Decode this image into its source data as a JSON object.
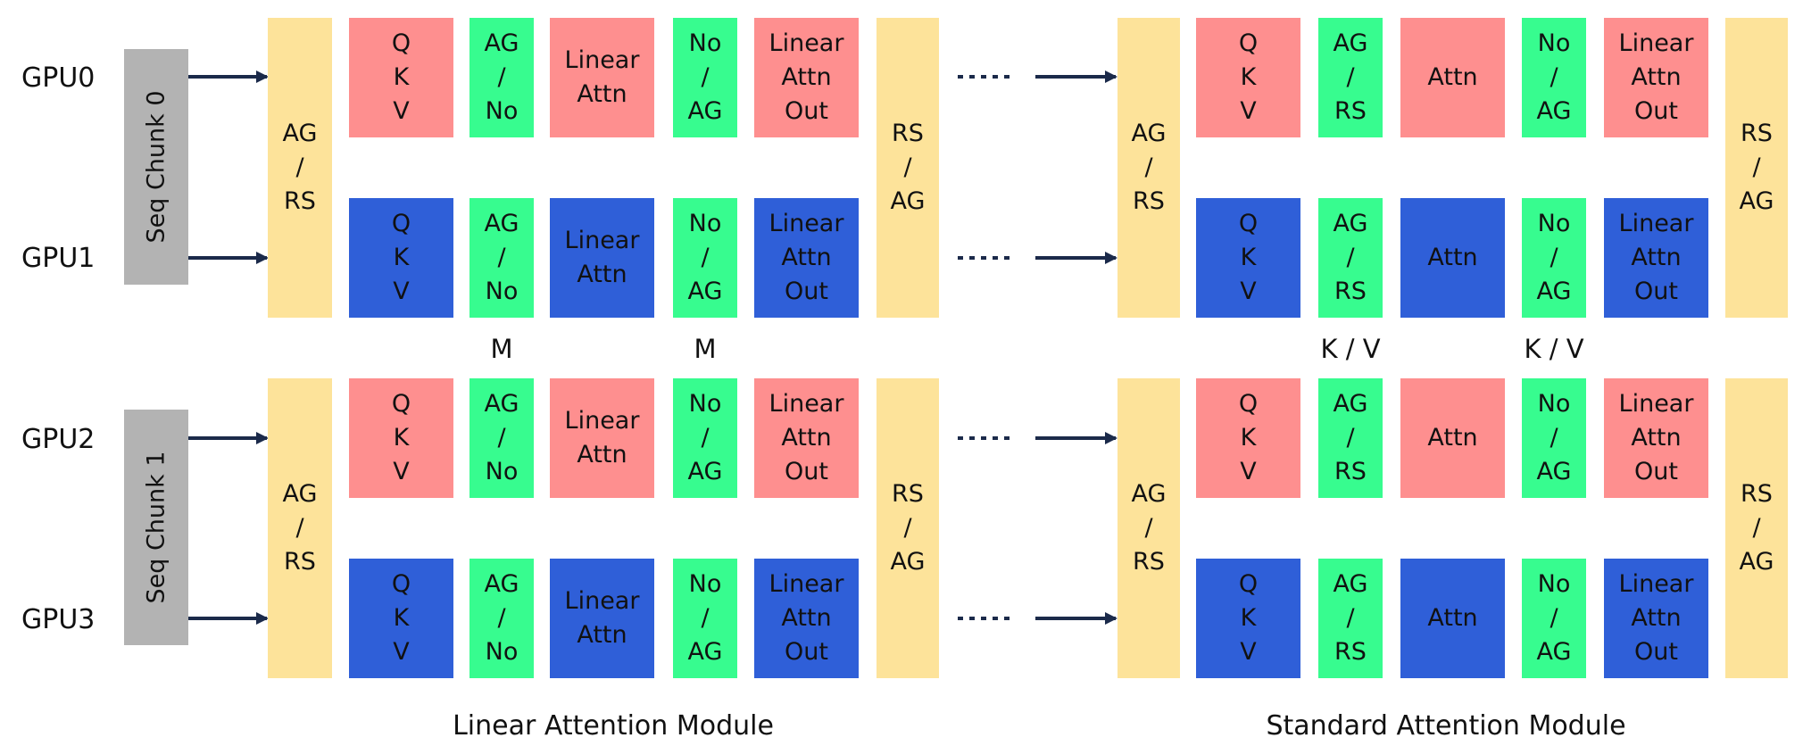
{
  "gpus": [
    "GPU0",
    "GPU1",
    "GPU2",
    "GPU3"
  ],
  "seq_chunks": [
    "Seq Chunk 0",
    "Seq Chunk 1"
  ],
  "comm": {
    "ag_rs": "AG\n/\nRS",
    "rs_ag": "RS\n/\nAG",
    "ag_no": "AG\n/\nNo",
    "no_ag": "No\n/\nAG"
  },
  "ops": {
    "qkv": "Q\nK\nV",
    "linear_attn": "Linear\nAttn",
    "linear_attn_out": "Linear\nAttn\nOut",
    "attn": "Attn"
  },
  "mid_labels": {
    "m1": "M",
    "m2": "M",
    "kv1": "K / V",
    "kv2": "K / V"
  },
  "modules": {
    "linear": "Linear Attention Module",
    "standard": "Standard Attention Module"
  },
  "colors": {
    "rank_even": "#fe8f8f",
    "rank_odd": "#2f5fd8",
    "comm_op": "#37fc8f",
    "comm_boundary": "#fde39a",
    "chunk": "#b3b3b3",
    "arrow": "#1b2a4a"
  }
}
